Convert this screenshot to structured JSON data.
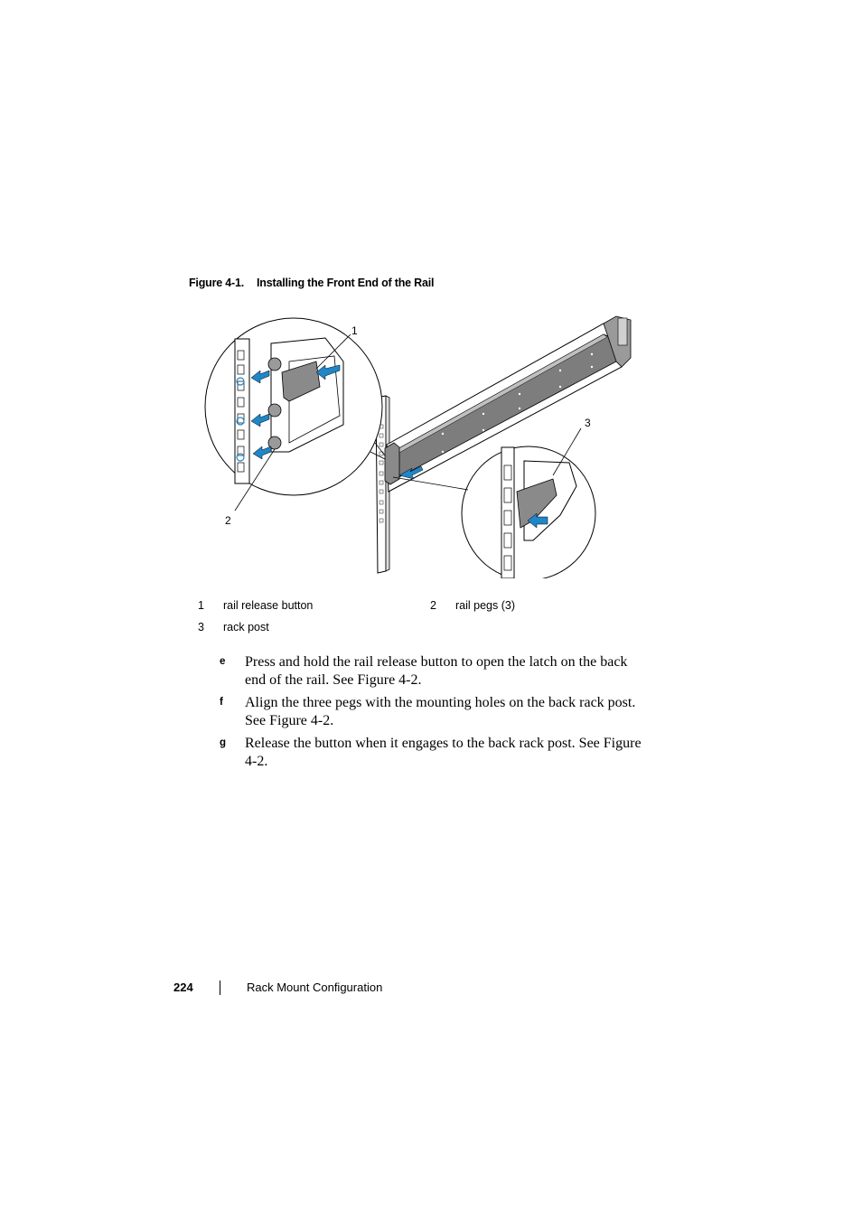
{
  "figure": {
    "number": "Figure 4-1.",
    "title": "Installing the Front End of the Rail",
    "callouts": [
      "1",
      "2",
      "3"
    ]
  },
  "legend": [
    {
      "num": "1",
      "text": "rail release button"
    },
    {
      "num": "2",
      "text": "rail pegs (3)"
    },
    {
      "num": "3",
      "text": "rack post"
    }
  ],
  "steps": [
    {
      "letter": "e",
      "text": "Press and hold the rail release button to open the latch on the back end of the rail. See Figure 4-2."
    },
    {
      "letter": "f",
      "text": "Align the three pegs with the mounting holes on the back rack post. See Figure 4-2."
    },
    {
      "letter": "g",
      "text": "Release the button when it engages to the back rack post. See Figure 4-2."
    }
  ],
  "footer": {
    "page_number": "224",
    "section_title": "Rack Mount Configuration"
  },
  "colors": {
    "arrow_blue": "#1f86c8",
    "rail_gray": "#7d7d7d"
  }
}
